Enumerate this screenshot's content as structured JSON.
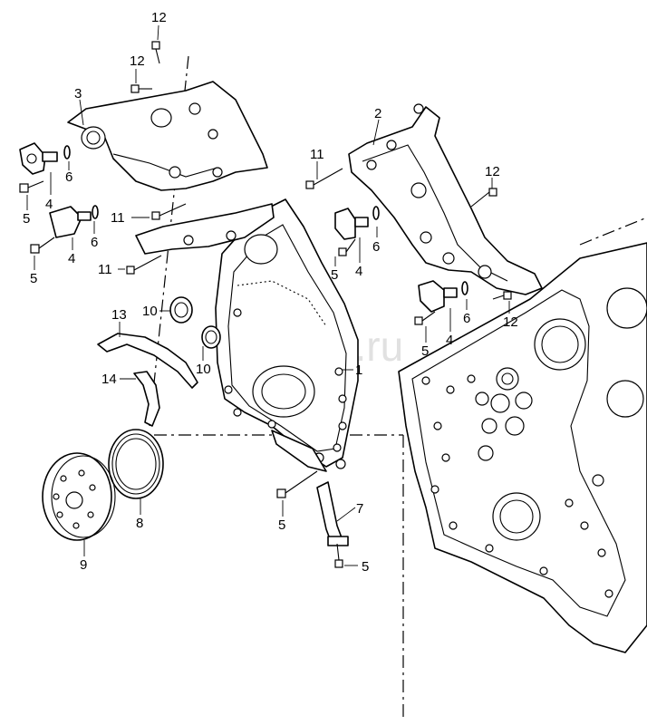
{
  "watermark": "vagtec.ru",
  "callouts": {
    "c12a": "12",
    "c12b": "12",
    "c3": "3",
    "c6a": "6",
    "c4a": "4",
    "c5a": "5",
    "c11a": "11",
    "c6b": "6",
    "c4b": "4",
    "c5b": "5",
    "c11b": "11",
    "c13": "13",
    "c10a": "10",
    "c10b": "10",
    "c14": "14",
    "c1": "1",
    "c2": "2",
    "c11c": "11",
    "c12c": "12",
    "c6c": "6",
    "c5c": "5",
    "c4c": "4",
    "c6d": "6",
    "c4d": "4",
    "c5d": "5",
    "c12d": "12",
    "c7": "7",
    "c5e": "5",
    "c5f": "5",
    "c8": "8",
    "c9": "9"
  }
}
